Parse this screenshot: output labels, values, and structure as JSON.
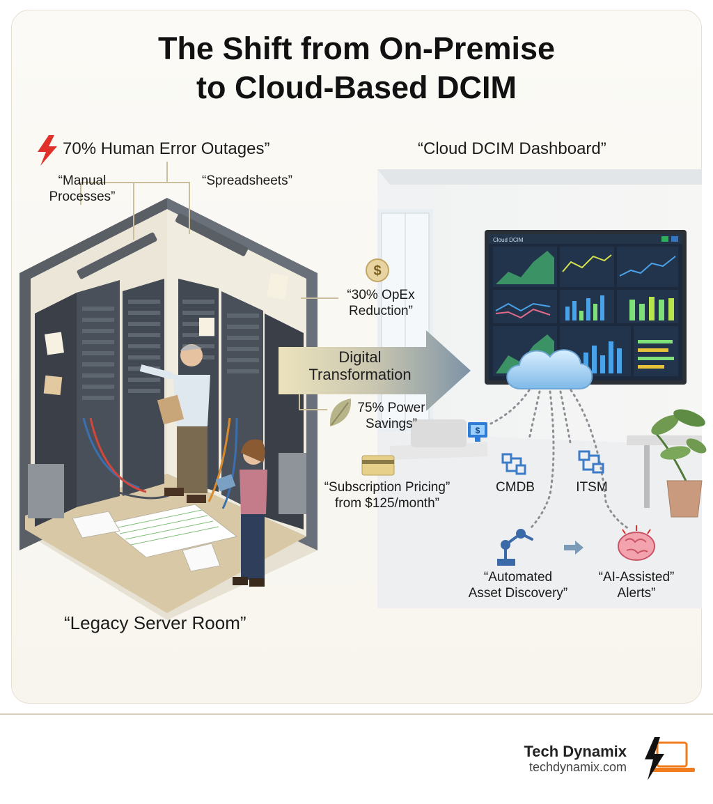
{
  "title": {
    "line1": "The Shift from On-Premise",
    "line2": "to Cloud-Based DCIM"
  },
  "legacy": {
    "error_stat": "70% Human Error Outages”",
    "manual_line1": "“Manual",
    "manual_line2": "Processes”",
    "spreadsheets": "“Spreadsheets”",
    "caption": "“Legacy Server Room”"
  },
  "transition": {
    "line1": "Digital",
    "line2": "Transformation",
    "opex_line1": "“30% OpEx",
    "opex_line2": "Reduction”",
    "power_line1": "75% Power",
    "power_line2": "Savings”",
    "pricing_line1": "“Subscription Pricing”",
    "pricing_line2": "from $125/month”"
  },
  "cloud": {
    "caption": "“Cloud DCIM Dashboard”",
    "cmdb": "CMDB",
    "itsm": "ITSM",
    "discovery_line1": "“Automated",
    "discovery_line2": "Asset Discovery”",
    "ai_line1": "“AI-Assisted”",
    "ai_line2": "Alerts”",
    "screen_title": "Cloud DCIM"
  },
  "brand": {
    "name": "Tech Dynamix",
    "url": "techdynamix.com"
  },
  "colors": {
    "accent_orange": "#f07c1e",
    "bolt_red": "#e0302a",
    "arrow_tan": "#d8cfa6",
    "arrow_slate": "#7d93a8",
    "screen_green": "#7fe07a",
    "screen_blue": "#4aa3e8"
  },
  "icons": [
    "lightning-icon",
    "dollar-icon",
    "leaf-icon",
    "credit-card-icon",
    "monitor-icon",
    "cmdb-icon",
    "itsm-icon",
    "robot-arm-icon",
    "brain-icon",
    "cloud-icon",
    "laptop-bolt-logo-icon"
  ]
}
